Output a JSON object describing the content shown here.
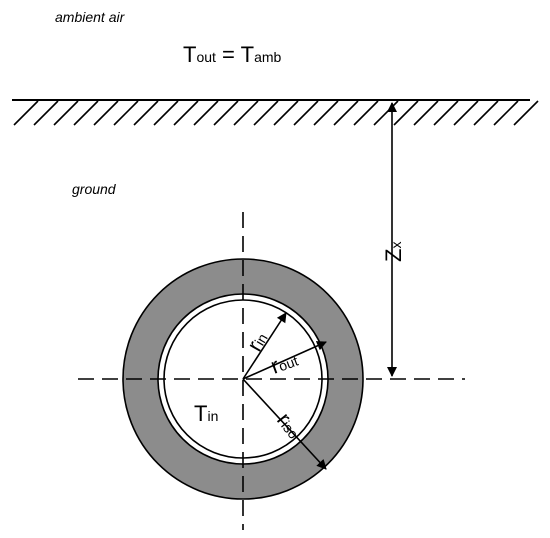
{
  "labels": {
    "ambient_air": "ambient air",
    "ground": "ground",
    "t_out_main": "T",
    "t_out_sub": "out",
    "equals": " = ",
    "t_amb_main": "T",
    "t_amb_sub": "amb",
    "t_in_main": "T",
    "t_in_sub": "in",
    "z_main": "Z",
    "z_sub": "x",
    "r_in_main": "r",
    "r_in_sub": "in",
    "r_out_main": "r",
    "r_out_sub": "out",
    "r_iso_main": "r",
    "r_iso_sub": "iso"
  },
  "colors": {
    "insulation": "#8c8c8c",
    "line": "#000000",
    "background": "#ffffff"
  }
}
